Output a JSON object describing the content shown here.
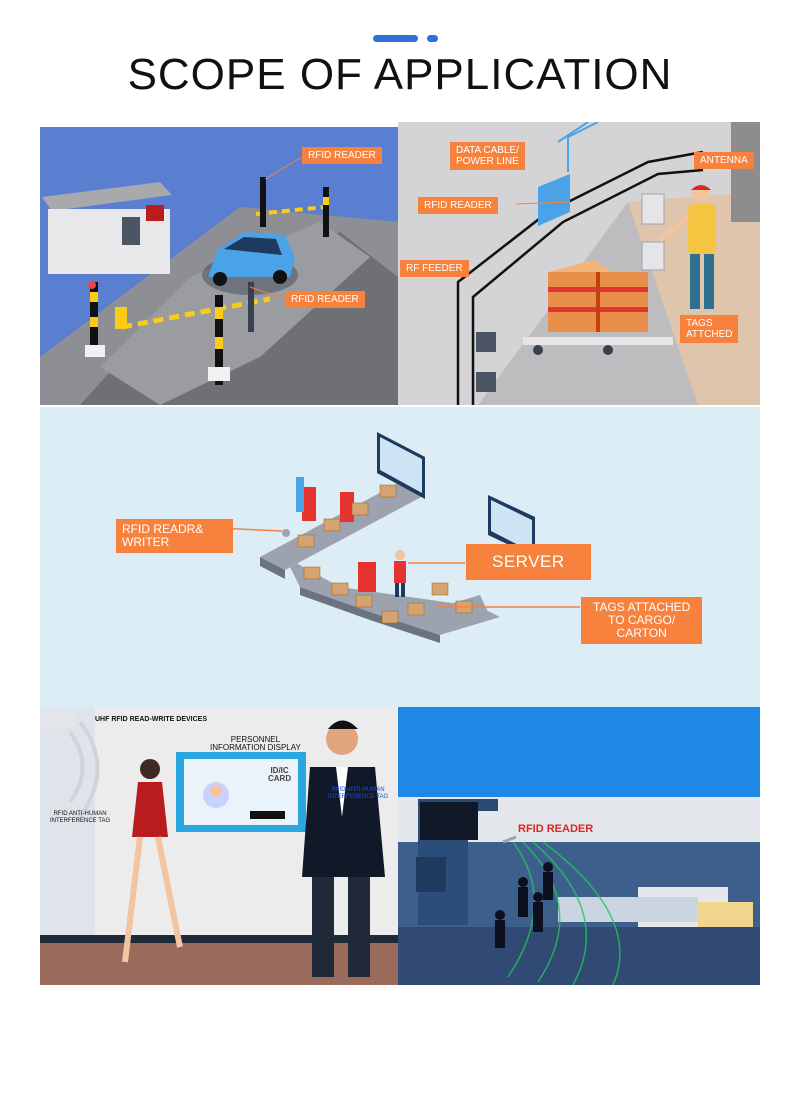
{
  "page": {
    "title": "SCOPE OF APPLICATION",
    "accent_color": "#2e6fd8",
    "label_color": "#f7823d"
  },
  "parking": {
    "reader_label_top": "RFID READER",
    "reader_label_bottom": "RFID READER"
  },
  "warehouse": {
    "data_cable": "DATA CABLE/\nPOWER LINE",
    "antenna": "ANTENNA",
    "reader": "RFID READER",
    "rf_feeder": "RF FEEDER",
    "tags_attached": "TAGS\nATTCHED"
  },
  "conveyor": {
    "reader_writer": "RFID READR&\nWRITER",
    "server": "SERVER",
    "tags_cargo": "TAGS ATTACHED\nTO CARGO/\nCARTON"
  },
  "personnel": {
    "uhf_devices": "UHF RFID READ-WRITE DEVICES",
    "info_display": "PERSONNEL\nINFORMATION DISPLAY",
    "anti_human_tag_left": "RFID ANTI-HUMAN\nINTERFERENCE TAG",
    "anti_human_tag_right": "RFID ANTI-HUMAN\nINTERFERENCE TAG",
    "card_text": "ID/IC\nCARD"
  },
  "gate": {
    "reader_label": "RFID READER"
  }
}
